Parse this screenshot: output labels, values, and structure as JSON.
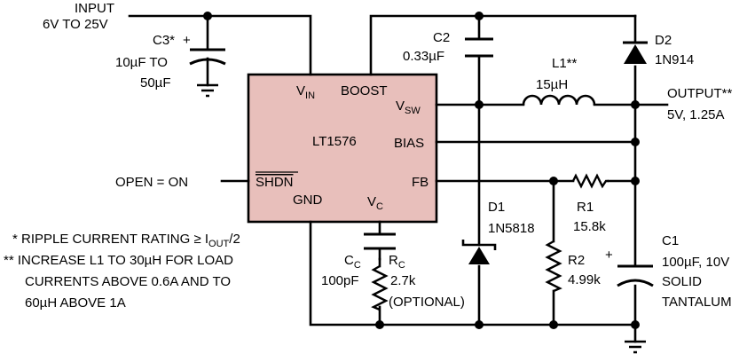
{
  "input": {
    "line1": "INPUT",
    "line2": "6V TO 25V"
  },
  "c3": {
    "name": "C3*",
    "v1": "10µF TO",
    "v2": "50µF"
  },
  "c2": {
    "name": "C2",
    "value": "0.33µF"
  },
  "d2": {
    "name": "D2",
    "part": "1N914"
  },
  "l1": {
    "name": "L1**",
    "value": "15µH"
  },
  "output": {
    "line1": "OUTPUT**",
    "line2": "5V, 1.25A"
  },
  "ic": {
    "fill": "#e8bfbb",
    "part": "LT1576",
    "pins": {
      "vin": "V",
      "vin_sub": "IN",
      "boost": "BOOST",
      "vsw": "V",
      "vsw_sub": "SW",
      "bias": "BIAS",
      "shdn": "SHDN",
      "fb": "FB",
      "gnd": "GND",
      "vc": "V",
      "vc_sub": "C"
    }
  },
  "open_on": "OPEN = ON",
  "d1": {
    "name": "D1",
    "part": "1N5818"
  },
  "r1": {
    "name": "R1",
    "value": "15.8k"
  },
  "r2": {
    "name": "R2",
    "value": "4.99k"
  },
  "c1": {
    "name": "C1",
    "v1": "100µF, 10V",
    "v2": "SOLID",
    "v3": "TANTALUM"
  },
  "cc": {
    "name": "C",
    "name_sub": "C",
    "value": "100pF"
  },
  "rc": {
    "name": "R",
    "name_sub": "C",
    "value": "2.7k",
    "note": "(OPTIONAL)"
  },
  "notes": {
    "n1_pre": "*  RIPPLE CURRENT RATING ≥ I",
    "n1_sub": "OUT",
    "n1_post": "/2",
    "n2a": "**  INCREASE L1 TO 30µH FOR LOAD",
    "n2b": "CURRENTS ABOVE 0.6A AND TO",
    "n2c": "60µH ABOVE 1A"
  },
  "plus": "+"
}
